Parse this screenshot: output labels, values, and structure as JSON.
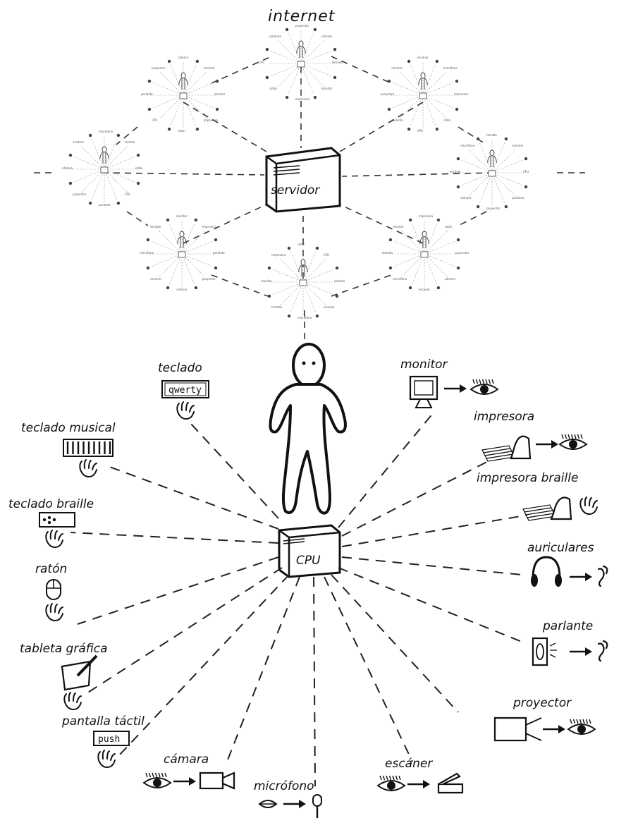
{
  "title": "internet",
  "server_label": "servidor",
  "cpu_label": "CPU",
  "keyboard_text": "qwerty",
  "touchscreen_text": "push",
  "inputs": [
    {
      "key": "teclado",
      "label": "teclado"
    },
    {
      "key": "teclado-musical",
      "label": "teclado musical"
    },
    {
      "key": "teclado-braille",
      "label": "teclado braille"
    },
    {
      "key": "raton",
      "label": "ratón"
    },
    {
      "key": "tableta-grafica",
      "label": "tableta gráfica"
    },
    {
      "key": "pantalla-tactil",
      "label": "pantalla táctil"
    },
    {
      "key": "camara",
      "label": "cámara"
    },
    {
      "key": "microfono",
      "label": "micrófono"
    },
    {
      "key": "escaner",
      "label": "escáner"
    }
  ],
  "outputs": [
    {
      "key": "monitor",
      "label": "monitor"
    },
    {
      "key": "impresora",
      "label": "impresora"
    },
    {
      "key": "impresora-braille",
      "label": "impresora braille"
    },
    {
      "key": "auriculares",
      "label": "auriculares"
    },
    {
      "key": "parlante",
      "label": "parlante"
    },
    {
      "key": "proyector",
      "label": "proyector"
    }
  ],
  "mini_labels": [
    "teclado",
    "monitor",
    "impresora",
    "ratón",
    "CPU",
    "parlante",
    "proyector",
    "cámara",
    "escáner",
    "micrófono"
  ]
}
